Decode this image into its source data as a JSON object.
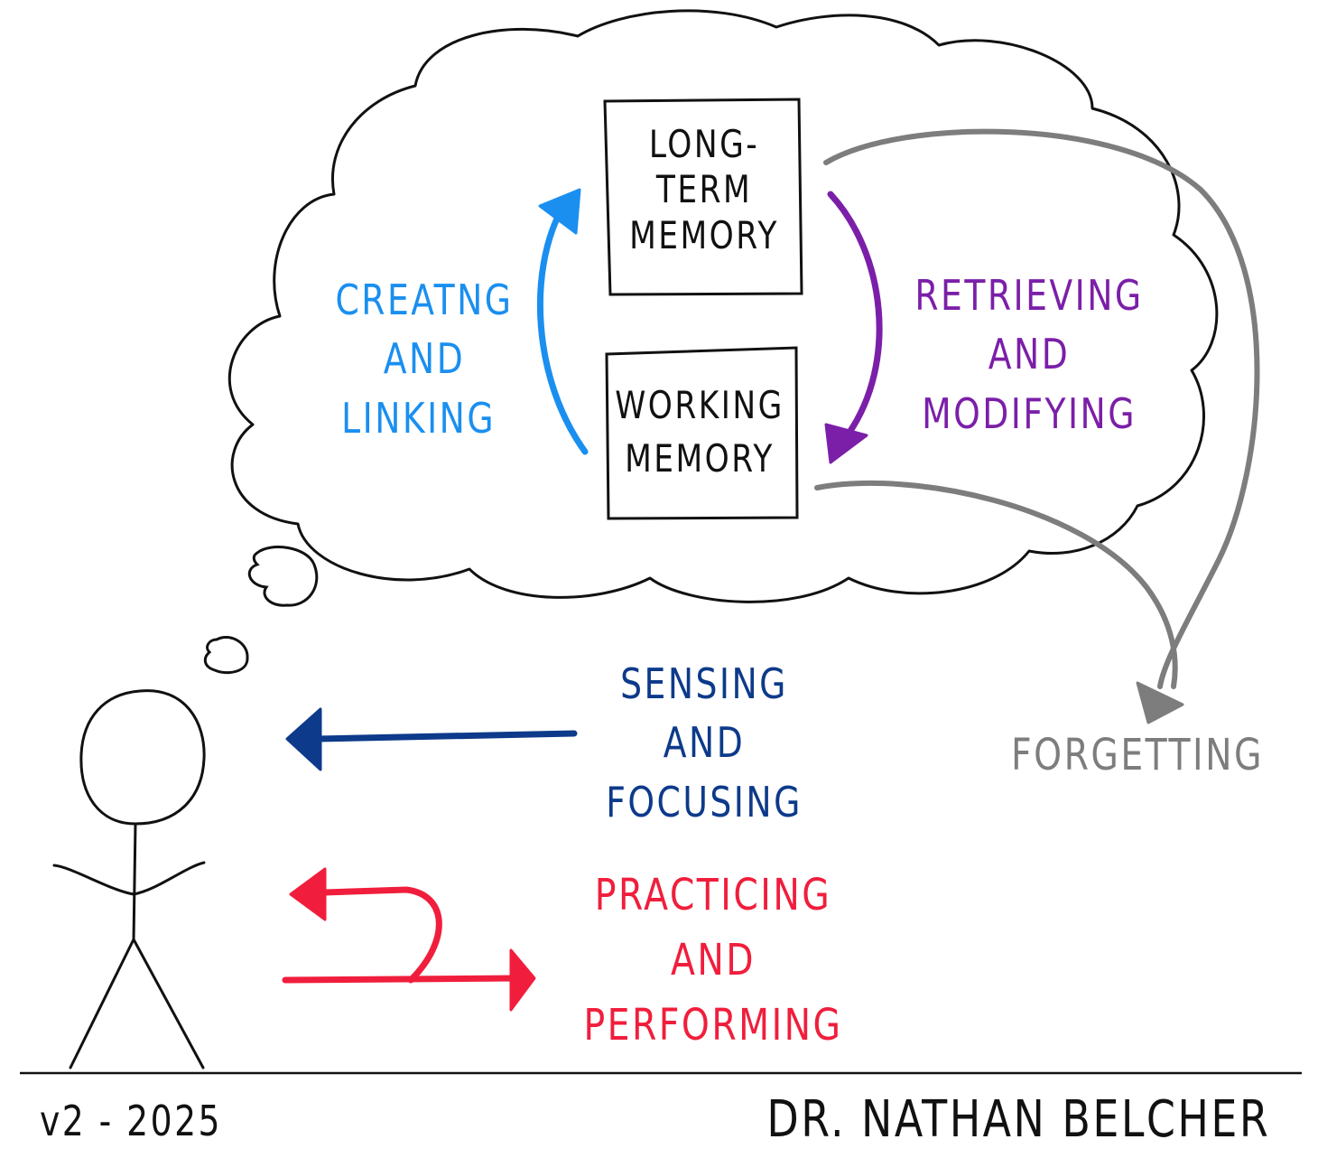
{
  "colors": {
    "ink": "#111111",
    "blue": "#1a8ff0",
    "purple": "#7b1fa8",
    "navy": "#0d3a8a",
    "red": "#f01e3c",
    "gray": "#7d7d7d"
  },
  "diagram": {
    "boxes": {
      "long_term_memory": [
        "LONG-",
        "TERM",
        "MEMORY"
      ],
      "working_memory": [
        "WORKING",
        "MEMORY"
      ]
    },
    "processes": {
      "creating_linking": [
        "CREATNG",
        "AND",
        "LINKING"
      ],
      "retrieving_modifying": [
        "RETRIEVING",
        "AND",
        "MODIFYING"
      ],
      "sensing_focusing": [
        "SENSING",
        "AND",
        "FOCUSING"
      ],
      "practicing_performing": [
        "PRACTICING",
        "AND",
        "PERFORMING"
      ],
      "forgetting": "FORGETTING"
    }
  },
  "footer": {
    "version": "v2 - 2025",
    "author": "DR. NATHAN BELCHER"
  }
}
